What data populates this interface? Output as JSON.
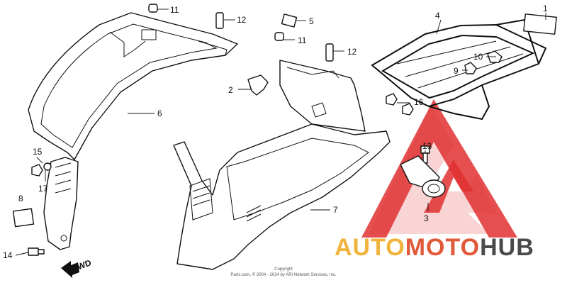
{
  "diagram": {
    "callouts": [
      {
        "id": "c1",
        "label": "1"
      },
      {
        "id": "c2",
        "label": "2"
      },
      {
        "id": "c3",
        "label": "3"
      },
      {
        "id": "c4",
        "label": "4"
      },
      {
        "id": "c5",
        "label": "5"
      },
      {
        "id": "c6",
        "label": "6"
      },
      {
        "id": "c7",
        "label": "7"
      },
      {
        "id": "c8",
        "label": "8"
      },
      {
        "id": "c9",
        "label": "9"
      },
      {
        "id": "c10",
        "label": "10"
      },
      {
        "id": "c11a",
        "label": "11"
      },
      {
        "id": "c11b",
        "label": "11"
      },
      {
        "id": "c12a",
        "label": "12"
      },
      {
        "id": "c12b",
        "label": "12"
      },
      {
        "id": "c13",
        "label": "13"
      },
      {
        "id": "c14",
        "label": "14"
      },
      {
        "id": "c15",
        "label": "15"
      },
      {
        "id": "c16",
        "label": "16"
      },
      {
        "id": "c17",
        "label": "17"
      }
    ],
    "direction_label": "FWD",
    "copyright_line1": "Copyright",
    "copyright_line2": "Parts.com, © 2004 - 2014 by ARI Network Services, Inc."
  },
  "watermark": {
    "part1": "AUTO",
    "part2": "MOTO",
    "part3": "HUB"
  }
}
